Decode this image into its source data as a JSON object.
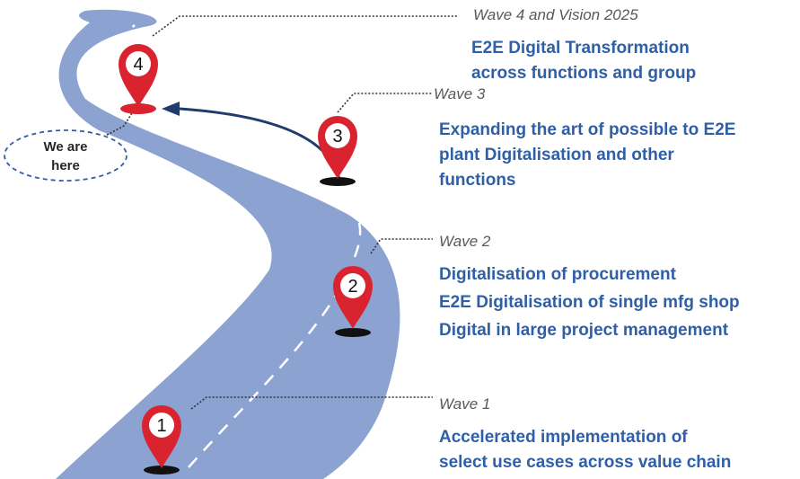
{
  "waves": [
    {
      "pin": "1",
      "label": "Wave 1",
      "lines": [
        "Accelerated implementation of",
        "select use cases across value chain"
      ]
    },
    {
      "pin": "2",
      "label": "Wave 2",
      "lines": [
        "Digitalisation of procurement",
        "E2E Digitalisation of single mfg shop",
        "Digital in large project management"
      ]
    },
    {
      "pin": "3",
      "label": "Wave 3",
      "lines": [
        "Expanding the art of possible to E2E",
        "plant Digitalisation and other",
        "functions"
      ]
    },
    {
      "pin": "4",
      "label": "Wave 4 and Vision 2025",
      "lines": [
        "E2E Digital Transformation",
        "across functions and group"
      ]
    }
  ],
  "marker": {
    "lines": [
      "We are",
      "here"
    ]
  },
  "colors": {
    "road": "#8ca3d2",
    "pin": "#d9242f",
    "text": "#2f5fa6",
    "arrow": "#1f3c6e"
  }
}
